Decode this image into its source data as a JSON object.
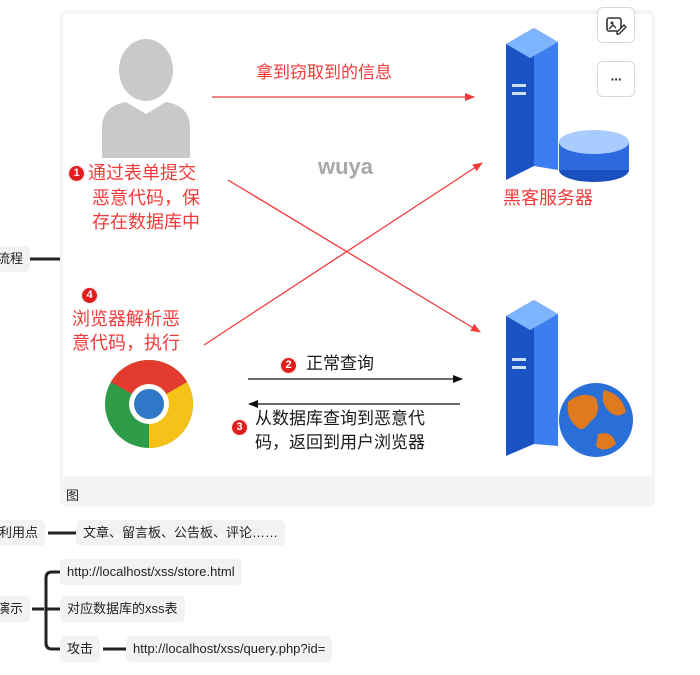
{
  "figure": {
    "caption": "图",
    "watermark": "wuya",
    "steal_label": "拿到窃取到的信息",
    "step1": {
      "num": "1",
      "line1": "通过表单提交",
      "line2": "恶意代码，保",
      "line3": "存在数据库中"
    },
    "hacker_label": "黑客服务器",
    "step4": {
      "num": "4",
      "line1": "浏览器解析恶",
      "line2": "意代码，执行"
    },
    "step2": {
      "num": "2",
      "text": "正常查询"
    },
    "step3": {
      "num": "3",
      "line1": "从数据库查询到恶意代",
      "line2": "码，返回到用户浏览器"
    }
  },
  "toolbar": {
    "image_tool_icon": "image-edit-icon",
    "more_label": "···"
  },
  "mindmap": {
    "flow_label": "流程",
    "use_label": "利用点",
    "use_value": "文章、留言板、公告板、评论……",
    "demo_label": "演示",
    "demo_items": [
      "http://localhost/xss/store.html",
      "对应数据库的xss表",
      "攻击"
    ],
    "attack_value": "http://localhost/xss/query.php?id="
  },
  "colors": {
    "accent_red": "#f23a3a",
    "server_blue": "#1f5fd6"
  }
}
